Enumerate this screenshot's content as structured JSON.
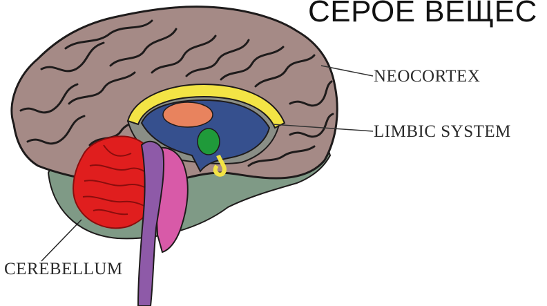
{
  "slide": {
    "title": "СЕРОЕ ВЕЩЕС"
  },
  "diagram": {
    "labels": {
      "neocortex": "NEOCORTEX",
      "limbic_system": "LIMBIC SYSTEM",
      "cerebellum": "CEREBELLUM"
    },
    "colors": {
      "cortex": "#a58a86",
      "cortex_outline": "#1e1b1b",
      "inner_gray": "#8a8e86",
      "limbic_yellow": "#f3e445",
      "limbic_blue": "#36508e",
      "thalamus_orange": "#e8835e",
      "amygdala_green": "#1f9a3a",
      "cerebellum_red": "#e01e1e",
      "brainstem_pink": "#d85aa8",
      "spinal_purple": "#8e5aa8",
      "lower_green_gray": "#7f9a86"
    }
  }
}
